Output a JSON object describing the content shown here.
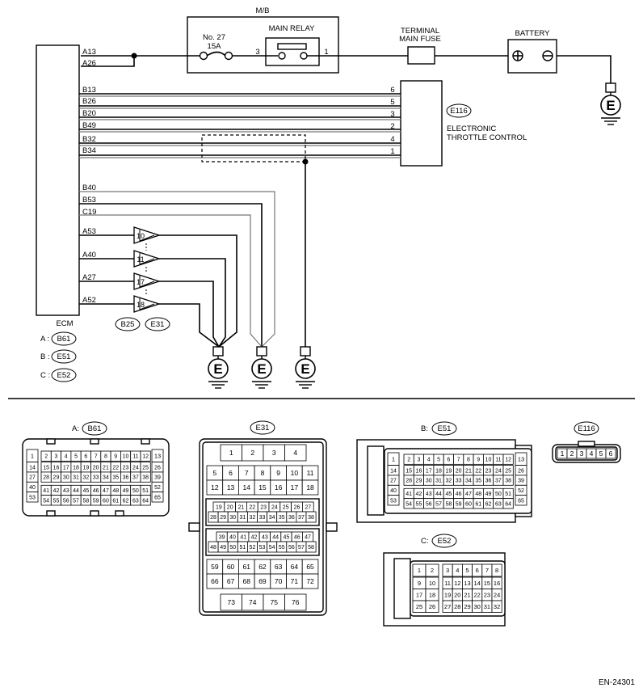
{
  "mb": {
    "title": "M/B",
    "fuse_no": "No. 27",
    "fuse_amp": "15A",
    "main_relay": "MAIN RELAY",
    "relay_pin_in": "3",
    "relay_pin_out": "1"
  },
  "terminal_fuse": [
    "TERMINAL",
    "MAIN FUSE"
  ],
  "battery": "BATTERY",
  "ground_symbol": "E",
  "ecm": {
    "label": "ECM",
    "pins": [
      "A13",
      "A26",
      "B13",
      "B26",
      "B20",
      "B49",
      "B32",
      "B34",
      "B40",
      "B53",
      "C19",
      "A53",
      "A40",
      "A27",
      "A52"
    ],
    "connectors": [
      {
        "prefix": "A :",
        "code": "B61"
      },
      {
        "prefix": "B :",
        "code": "E51"
      },
      {
        "prefix": "C :",
        "code": "E52"
      }
    ]
  },
  "throttle": {
    "code": "E116",
    "label": [
      "ELECTRONIC",
      "THROTTLE CONTROL"
    ],
    "pins": [
      "6",
      "5",
      "3",
      "2",
      "4",
      "1"
    ]
  },
  "joint": {
    "numbers": [
      "10",
      "11",
      "17",
      "18"
    ],
    "connectors": [
      "B25",
      "E31"
    ]
  },
  "connectors_view": {
    "b61": {
      "title_prefix": "A:",
      "code": "B61",
      "left_col": [
        "1",
        "14",
        "27",
        "40",
        "53"
      ],
      "right_col": [
        "13",
        "26",
        "39",
        "52",
        "65"
      ],
      "rows": [
        [
          "2",
          "3",
          "4",
          "5",
          "6",
          "7",
          "8",
          "9",
          "10",
          "11",
          "12"
        ],
        [
          "15",
          "16",
          "17",
          "18",
          "19",
          "20",
          "21",
          "22",
          "23",
          "24",
          "25"
        ],
        [
          "28",
          "29",
          "30",
          "31",
          "32",
          "33",
          "34",
          "35",
          "36",
          "37",
          "38"
        ],
        [
          "41",
          "42",
          "43",
          "44",
          "45",
          "46",
          "47",
          "48",
          "49",
          "50",
          "51"
        ],
        [
          "54",
          "55",
          "56",
          "57",
          "58",
          "59",
          "60",
          "61",
          "62",
          "63",
          "64"
        ]
      ]
    },
    "e31": {
      "code": "E31",
      "rows": [
        [
          "1",
          "2",
          "3",
          "4"
        ],
        [
          "5",
          "6",
          "7",
          "8",
          "9",
          "10",
          "11"
        ],
        [
          "12",
          "13",
          "14",
          "15",
          "16",
          "17",
          "18"
        ],
        [
          "19",
          "20",
          "21",
          "22",
          "23",
          "24",
          "25",
          "26",
          "27"
        ],
        [
          "28",
          "29",
          "30",
          "31",
          "32",
          "33",
          "34",
          "35",
          "36",
          "37",
          "38"
        ],
        [
          "39",
          "40",
          "41",
          "42",
          "43",
          "44",
          "45",
          "46",
          "47"
        ],
        [
          "48",
          "49",
          "50",
          "51",
          "52",
          "53",
          "54",
          "55",
          "56",
          "57",
          "58"
        ],
        [
          "59",
          "60",
          "61",
          "62",
          "63",
          "64",
          "65"
        ],
        [
          "66",
          "67",
          "68",
          "69",
          "70",
          "71",
          "72"
        ],
        [
          "73",
          "74",
          "75",
          "76"
        ]
      ]
    },
    "e51": {
      "title_prefix": "B:",
      "code": "E51",
      "left_col": [
        "1",
        "14",
        "27",
        "40",
        "53"
      ],
      "right_col": [
        "13",
        "26",
        "39",
        "52",
        "65"
      ],
      "rows": [
        [
          "2",
          "3",
          "4",
          "5",
          "6",
          "7",
          "8",
          "9",
          "10",
          "11",
          "12"
        ],
        [
          "15",
          "16",
          "17",
          "18",
          "19",
          "20",
          "21",
          "22",
          "23",
          "24",
          "25"
        ],
        [
          "28",
          "29",
          "30",
          "31",
          "32",
          "33",
          "34",
          "35",
          "36",
          "37",
          "38"
        ],
        [
          "41",
          "42",
          "43",
          "44",
          "45",
          "46",
          "47",
          "48",
          "49",
          "50",
          "51"
        ],
        [
          "54",
          "55",
          "56",
          "57",
          "58",
          "59",
          "60",
          "61",
          "62",
          "63",
          "64"
        ]
      ]
    },
    "e116": {
      "code": "E116",
      "pins": [
        "1",
        "2",
        "3",
        "4",
        "5",
        "6"
      ]
    },
    "e52": {
      "title_prefix": "C:",
      "code": "E52",
      "left_rows": [
        [
          "1",
          "2"
        ],
        [
          "9",
          "10"
        ],
        [
          "17",
          "18"
        ],
        [
          "25",
          "26"
        ]
      ],
      "right_rows": [
        [
          "3",
          "4",
          "5",
          "6",
          "7",
          "8"
        ],
        [
          "11",
          "12",
          "13",
          "14",
          "15",
          "16"
        ],
        [
          "19",
          "20",
          "21",
          "22",
          "23",
          "24"
        ],
        [
          "27",
          "28",
          "29",
          "30",
          "31",
          "32"
        ]
      ]
    }
  },
  "doc_code": "EN-24301"
}
